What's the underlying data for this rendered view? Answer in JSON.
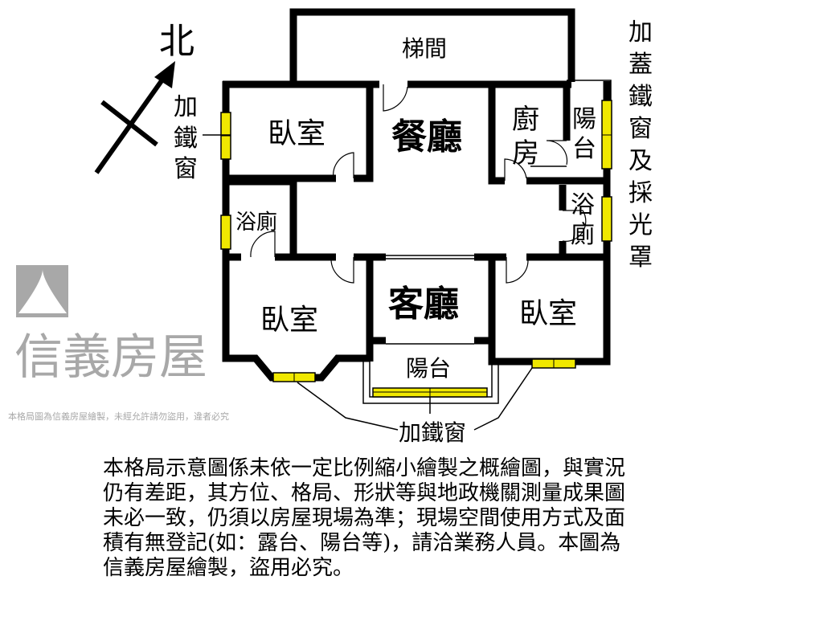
{
  "compass": {
    "north_label": "北",
    "icon": "north-arrow-icon"
  },
  "rooms": {
    "stairwell": "梯間",
    "bedroom_top_left": "臥室",
    "dining": "餐廳",
    "kitchen": "廚房",
    "balcony_top": "陽台",
    "bath_left": "浴廁",
    "bath_right": "浴廁",
    "living": "客廳",
    "bedroom_bottom_left": "臥室",
    "bedroom_bottom_right": "臥室",
    "balcony_bottom": "陽台"
  },
  "annotations": {
    "left_window": "加鐵窗",
    "right_window": "加蓋鐵窗及採光罩",
    "bottom_window": "加鐵窗"
  },
  "watermark": {
    "brand": "信義房屋",
    "notice": "本格局圖為信義房屋繪製，未經允許請勿盜用，違者必究"
  },
  "disclaimer": [
    "本格局示意圖係未依一定比例縮小繪製之概繪圖，與實況",
    "仍有差距，其方位、格局、形狀等與地政機關測量成果圖",
    "未必一致，仍須以房屋現場為準；現場空間使用方式及面",
    "積有無登記(如：露台、陽台等)，請洽業務人員。本圖為",
    "信義房屋繪製，盜用必究。"
  ],
  "colors": {
    "wall": "#000000",
    "window": "#f0e800",
    "watermark": "#a8a8a8"
  }
}
